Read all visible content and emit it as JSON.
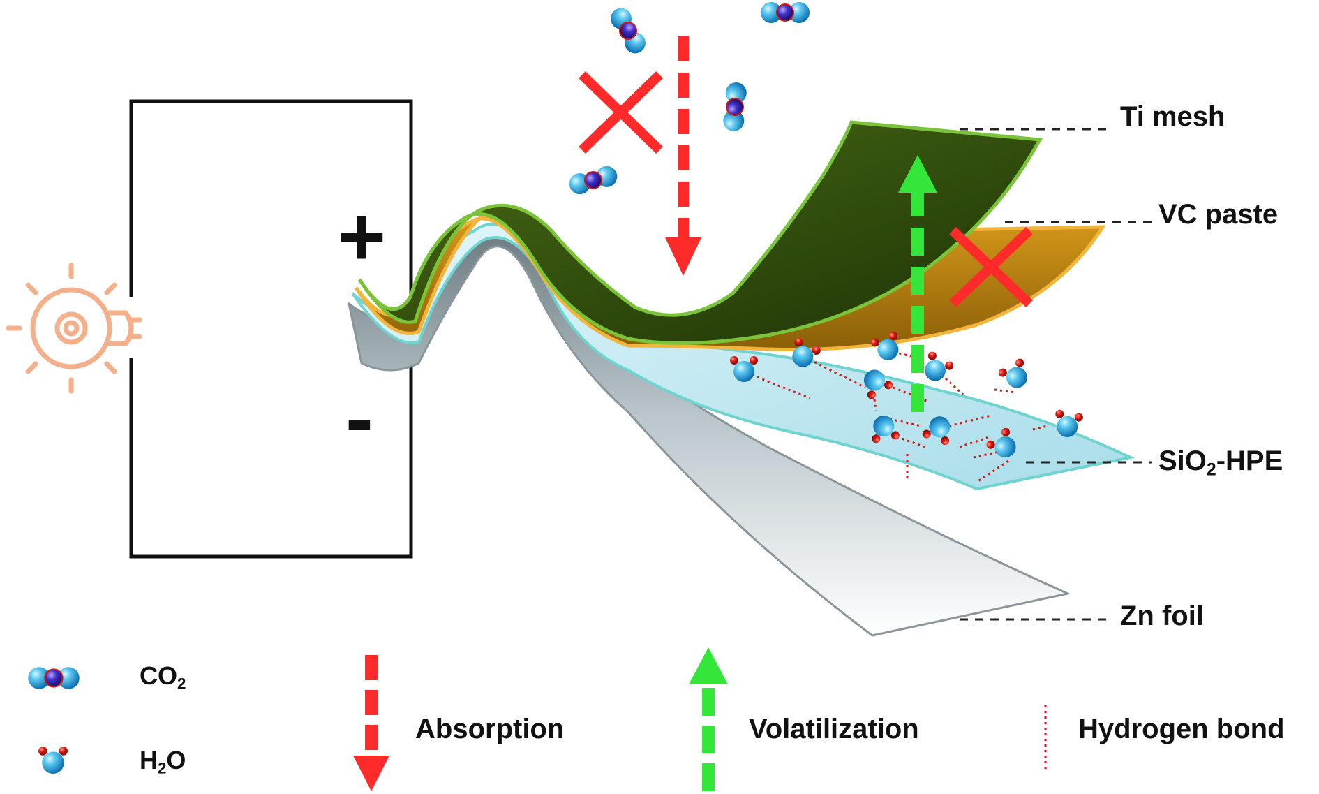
{
  "layers": {
    "ti_mesh": "Ti mesh",
    "vc_paste": "VC paste",
    "sio2_hpe_prefix": "SiO",
    "sio2_hpe_sub": "2",
    "sio2_hpe_suffix": "-HPE",
    "zn_foil": "Zn foil"
  },
  "circuit": {
    "plus": "+",
    "minus": "-"
  },
  "legend": {
    "co2_prefix": "CO",
    "co2_sub": "2",
    "h2o_prefix": "H",
    "h2o_sub": "2",
    "h2o_suffix": "O",
    "absorption": "Absorption",
    "volatilization": "Volatilization",
    "hydrogen_bond": "Hydrogen bond"
  },
  "icons": [
    "light-bulb-gear-icon",
    "cross-icon",
    "absorption-arrow-icon",
    "volatilization-arrow-icon",
    "co2-molecule-icon",
    "h2o-molecule-icon"
  ],
  "colors": {
    "absorption": "#ff2a2a",
    "volatilization": "#35e63a",
    "ti_mesh": "#3d5a12",
    "vc_paste": "#c98a10",
    "electrolyte": "#bfeaf2",
    "zn_foil": "#b8c4c9",
    "bulb": "#f4b08a",
    "oxygen_atom": "#3b2fc0",
    "hydrogen_atom": "#d01a10",
    "molecule_sphere": "#3cb8e8"
  }
}
